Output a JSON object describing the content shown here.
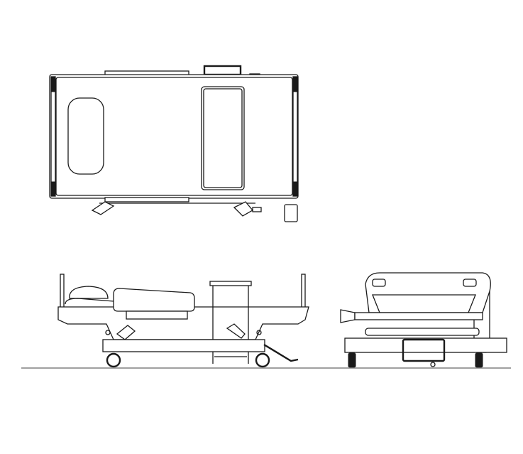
{
  "drawing": {
    "views": [
      "top-view",
      "side-view",
      "front-view"
    ],
    "colors": {
      "line": "#1a1a1a",
      "ground": "#808080",
      "background": "#ffffff"
    }
  }
}
